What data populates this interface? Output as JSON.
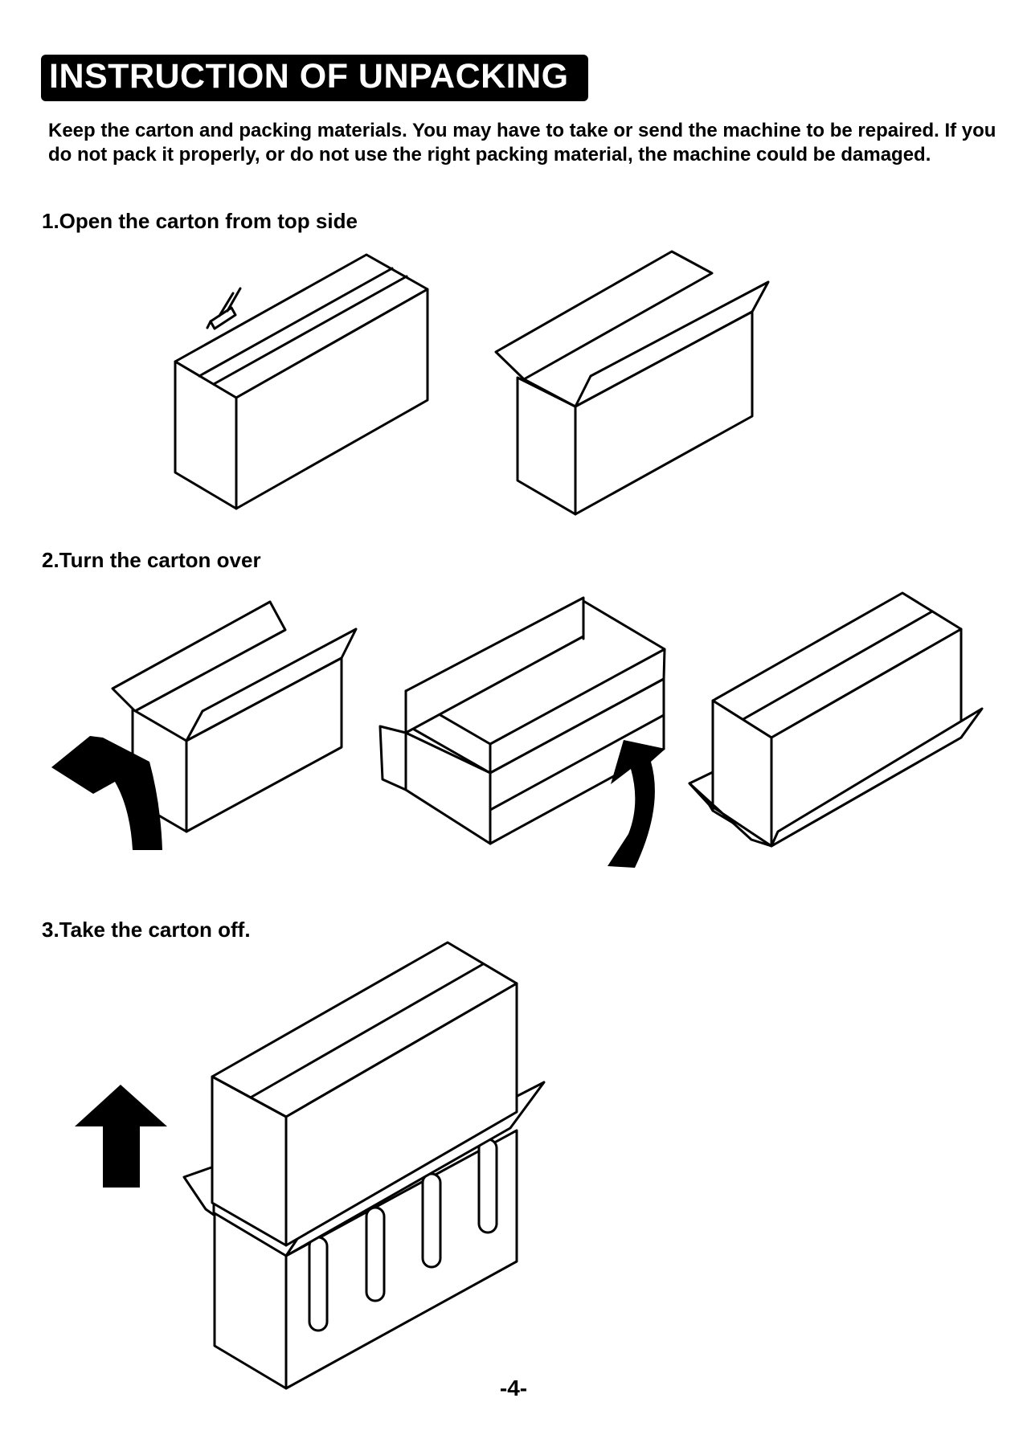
{
  "header": {
    "title": "INSTRUCTION OF UNPACKING"
  },
  "intro": "Keep the carton and packing materials. You may have to take or send the machine to be repaired. If you do not pack it properly, or do not use the right packing material, the machine could be damaged.",
  "steps": [
    {
      "label": "1.Open the carton from top side"
    },
    {
      "label": "2.Turn the carton over"
    },
    {
      "label": "3.Take the carton off."
    }
  ],
  "footer": {
    "page_number": "-4-"
  },
  "icons": [
    "knife-icon",
    "curved-arrow-left-icon",
    "curved-arrow-right-icon",
    "up-arrow-icon"
  ]
}
